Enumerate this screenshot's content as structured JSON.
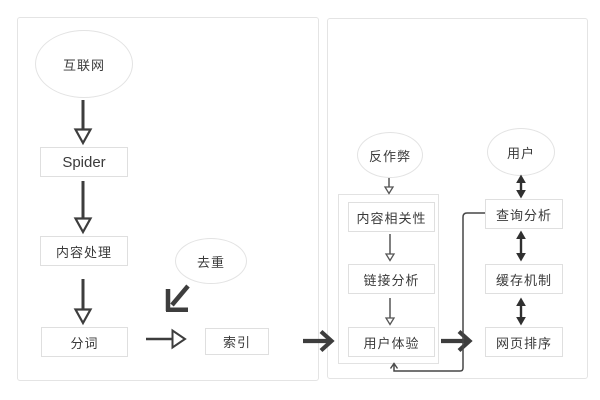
{
  "diagram": {
    "type": "flowchart",
    "left_panel": {
      "internet": "互联网",
      "spider": "Spider",
      "content_processing": "内容处理",
      "word_segmentation": "分词",
      "dedup": "去重",
      "index": "索引"
    },
    "right_panel": {
      "anti_spam": "反作弊",
      "user": "用户",
      "ranking_group": {
        "content_relevance": "内容相关性",
        "link_analysis": "链接分析",
        "user_experience": "用户体验"
      },
      "query_analysis": "查询分析",
      "cache_mechanism": "缓存机制",
      "page_ranking": "网页排序"
    },
    "colors": {
      "arrow": "#3d3d3d",
      "box_border": "#dfdfdf",
      "panel_border": "#e4e4e4",
      "text": "#3a3a3a",
      "background": "#ffffff"
    }
  }
}
